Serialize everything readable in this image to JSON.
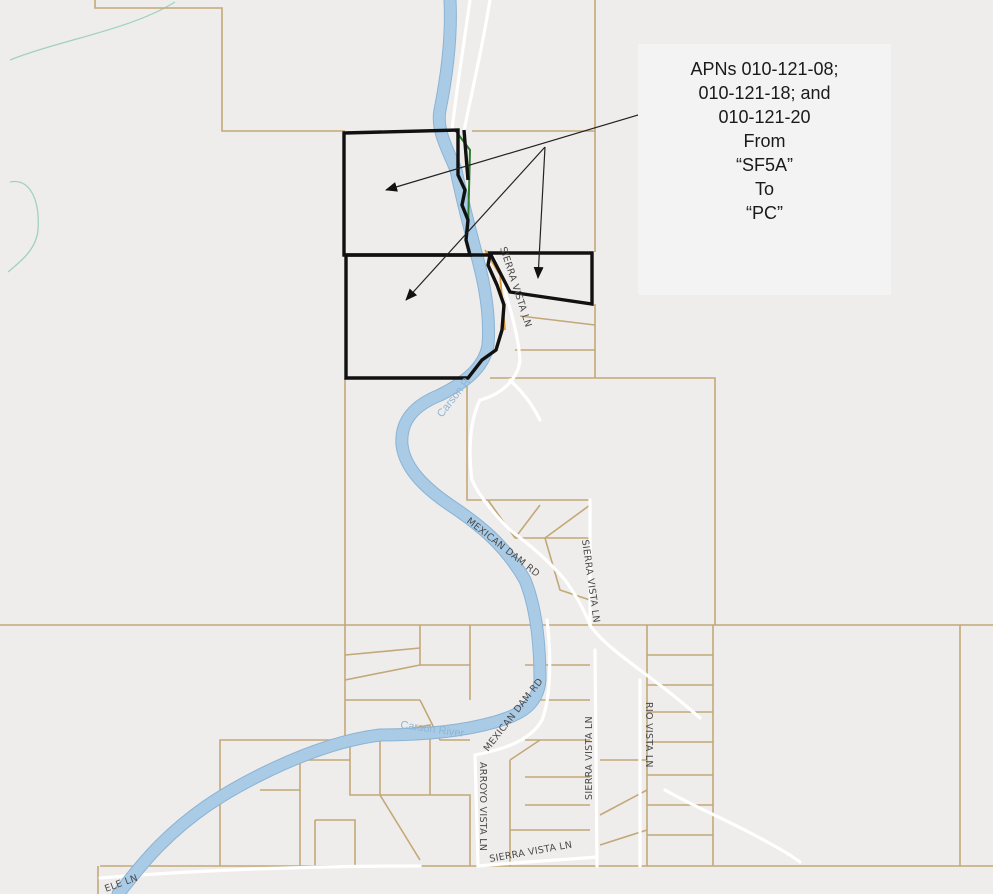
{
  "annotation": {
    "lines": [
      "APNs 010-121-08;",
      "010-121-18; and",
      "010-121-20",
      "From",
      "“SF5A”",
      "To",
      "“PC”"
    ]
  },
  "road_labels": {
    "sierra_vista_ln_north": "SIERRA VISTA LN",
    "mexican_dam_rd_north": "MEXICAN DAM RD",
    "sierra_vista_ln_middle": "SIERRA VISTA LN",
    "mexican_dam_rd_south": "MEXICAN DAM RD",
    "sierra_vista_ln_south": "SIERRA VISTA LN",
    "rio_vista_ln": "RIO VISTA LN",
    "arroyo_vista_ln": "ARROYO VISTA LN",
    "sierra_vista_ln_bottom": "SIERRA VISTA LN",
    "partial_ln_bottom_left": "ELE LN"
  },
  "river_labels": {
    "upper": "Carson R",
    "lower": "Carson River"
  },
  "colors": {
    "background": "#efedeb",
    "parcel_line": "#c2a878",
    "river": "#a9cbe6",
    "road": "#ffffff",
    "subject_parcel": "#111111",
    "callout_background": "#f3f3f3"
  }
}
